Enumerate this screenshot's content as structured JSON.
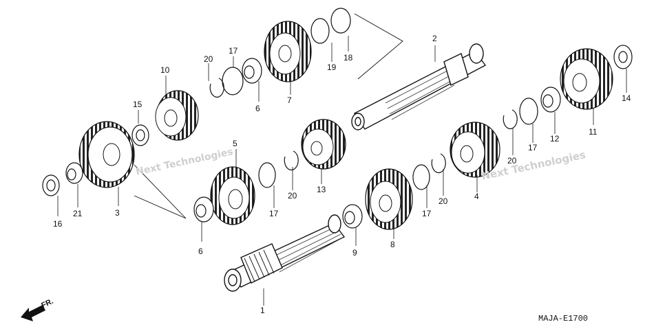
{
  "diagram": {
    "code": "MAJA-E1700",
    "direction_label": "FR.",
    "watermark": "Next Technologies",
    "callouts": [
      "1",
      "2",
      "3",
      "4",
      "5",
      "6",
      "6",
      "7",
      "8",
      "9",
      "10",
      "11",
      "12",
      "13",
      "14",
      "15",
      "16",
      "17",
      "17",
      "17",
      "17",
      "18",
      "19",
      "20",
      "20",
      "20",
      "20",
      "21"
    ]
  }
}
